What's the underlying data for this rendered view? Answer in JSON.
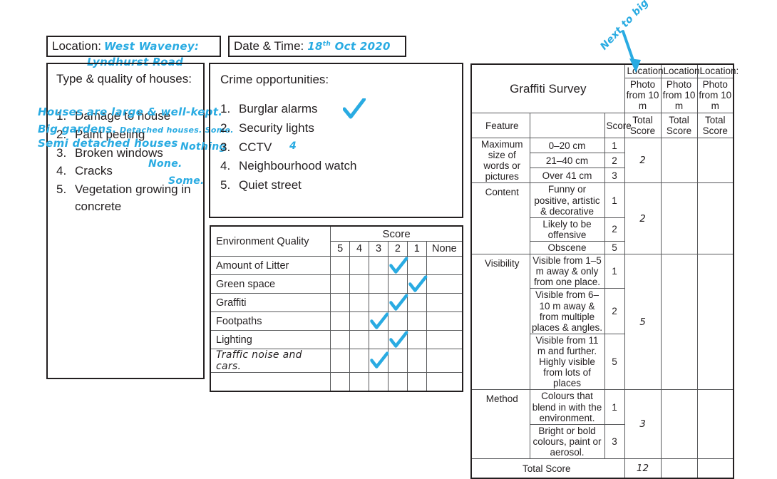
{
  "header": {
    "location_label": "Location:",
    "location_value": "West Waveney: Lyndhurst Road",
    "location_value_line1": "West Waveney:",
    "location_value_line2": "Lyndhurst Road",
    "datetime_label": "Date & Time:",
    "datetime_value": "18th Oct 2020",
    "datetime_day": "18",
    "datetime_ordinal": "th",
    "datetime_rest": "Oct 2020"
  },
  "type_quality": {
    "title": "Type & quality of houses:",
    "items": [
      {
        "num": "1.",
        "text": "Damage to house",
        "annotation": "Nothing"
      },
      {
        "num": "2.",
        "text": "Paint peeling",
        "annotation": "None."
      },
      {
        "num": "3.",
        "text": "Broken windows",
        "annotation": "Some."
      },
      {
        "num": "4.",
        "text": "Cracks",
        "annotation": ""
      },
      {
        "num": "5.",
        "text": "Vegetation growing in concrete",
        "annotation": ""
      }
    ],
    "annotations": {
      "line1": "Houses are large & well-kept.",
      "line2": "Big gardens.",
      "line2b": "Detached houses. Some.",
      "line3": "Semi detached houses"
    }
  },
  "crime": {
    "title": "Crime opportunities:",
    "items": [
      {
        "num": "1.",
        "text": "Burglar alarms"
      },
      {
        "num": "2.",
        "text": "Security lights"
      },
      {
        "num": "3.",
        "text": "CCTV"
      },
      {
        "num": "4.",
        "text": "Neighbourhood watch"
      },
      {
        "num": "5.",
        "text": "Quiet street"
      }
    ],
    "annotation_count": "4",
    "tick_marked": true
  },
  "environment_quality": {
    "row_header": "Environment Quality",
    "score_header": "Score",
    "score_columns": [
      "5",
      "4",
      "3",
      "2",
      "1",
      "None"
    ],
    "rows": [
      {
        "label": "Amount of Litter",
        "selected": "2",
        "handwritten": false
      },
      {
        "label": "Green space",
        "selected": "1",
        "handwritten": false
      },
      {
        "label": "Graffiti",
        "selected": "2",
        "handwritten": false
      },
      {
        "label": "Footpaths",
        "selected": "3",
        "handwritten": false
      },
      {
        "label": "Lighting",
        "selected": "2",
        "handwritten": false
      },
      {
        "label": "Traffic noise and cars.",
        "selected": "3",
        "handwritten": true
      },
      {
        "label": "",
        "selected": "",
        "handwritten": false
      }
    ]
  },
  "graffiti_survey": {
    "title": "Graffiti Survey",
    "feature_header": "Feature",
    "score_header": "Score",
    "location_columns": [
      {
        "location_label": "Location:",
        "photo_label": "Photo from 10 m",
        "total_label": "Total Score",
        "annotation": "Next to big houses"
      },
      {
        "location_label": "Location:",
        "photo_label": "Photo from 10 m",
        "total_label": "Total Score",
        "annotation": ""
      },
      {
        "location_label": "Location:",
        "photo_label": "Photo from 10 m",
        "total_label": "Total Score",
        "annotation": ""
      }
    ],
    "features": [
      {
        "name": "Maximum size of words or pictures",
        "options": [
          {
            "desc": "0–20 cm",
            "score": "1"
          },
          {
            "desc": "21–40 cm",
            "score": "2"
          },
          {
            "desc": "Over 41 cm",
            "score": "3"
          }
        ],
        "recorded_score": "2"
      },
      {
        "name": "Content",
        "options": [
          {
            "desc": "Funny or positive, artistic & decorative",
            "score": "1"
          },
          {
            "desc": "Likely to be offensive",
            "score": "2"
          },
          {
            "desc": "Obscene",
            "score": "5"
          }
        ],
        "recorded_score": "2"
      },
      {
        "name": "Visibility",
        "options": [
          {
            "desc": "Visible from 1–5 m away & only from one place.",
            "score": "1"
          },
          {
            "desc": "Visible from 6–10 m away & from multiple places & angles.",
            "score": "2"
          },
          {
            "desc": "Visible from 11 m and further. Highly visible from lots of places",
            "score": "5"
          }
        ],
        "recorded_score": "5"
      },
      {
        "name": "Method",
        "options": [
          {
            "desc": "Colours that blend in with the environment.",
            "score": "1"
          },
          {
            "desc": "Bright or bold colours, paint or aerosol.",
            "score": "3"
          }
        ],
        "recorded_score": "3"
      }
    ],
    "total_score_label": "Total Score",
    "total_score_value": "12"
  },
  "colors": {
    "ink": "#29abe2",
    "rule": "#231f20",
    "grid": "#58595b"
  }
}
